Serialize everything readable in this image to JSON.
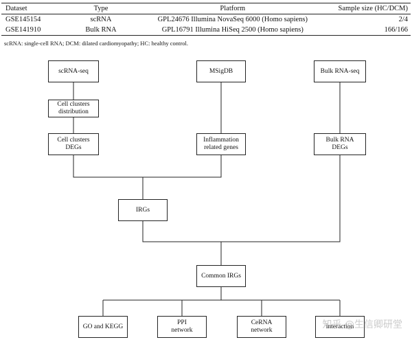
{
  "table": {
    "headers": [
      "Dataset",
      "Type",
      "Platform",
      "Sample size (HC/DCM)"
    ],
    "rows": [
      [
        "GSE145154",
        "scRNA",
        "GPL24676 Illumina NovaSeq 6000 (Homo sapiens)",
        "2/4"
      ],
      [
        "GSE141910",
        "Bulk RNA",
        "GPL16791 Illumina HiSeq 2500 (Homo sapiens)",
        "166/166"
      ]
    ],
    "footnote": "scRNA: single-cell RNA; DCM: dilated cardiomyopathy; HC: healthy control."
  },
  "flow": {
    "scrna_seq": "scRNA-seq",
    "msigdb": "MSigDB",
    "bulk_rna_seq": "Bulk RNA-seq",
    "cell_clusters_distribution": [
      "Cell clusters",
      "distribution"
    ],
    "cell_clusters_degs": [
      "Cell clusters",
      "DEGs"
    ],
    "inflammation_genes": [
      "Inflammation",
      "related genes"
    ],
    "bulk_rna_degs": [
      "Bulk RNA",
      "DEGs"
    ],
    "irgs": "IRGs",
    "common_irgs": "Common IRGs",
    "go_kegg": "GO and KEGG",
    "ppi_network": [
      "PPI",
      "network"
    ],
    "cerna_network": [
      "CeRNA",
      "network"
    ],
    "interaction": [
      "",
      "interaction"
    ]
  },
  "watermark": "知乎 @生信卿研堂",
  "colors": {
    "line": "#222222",
    "text": "#111111",
    "background": "#ffffff"
  }
}
